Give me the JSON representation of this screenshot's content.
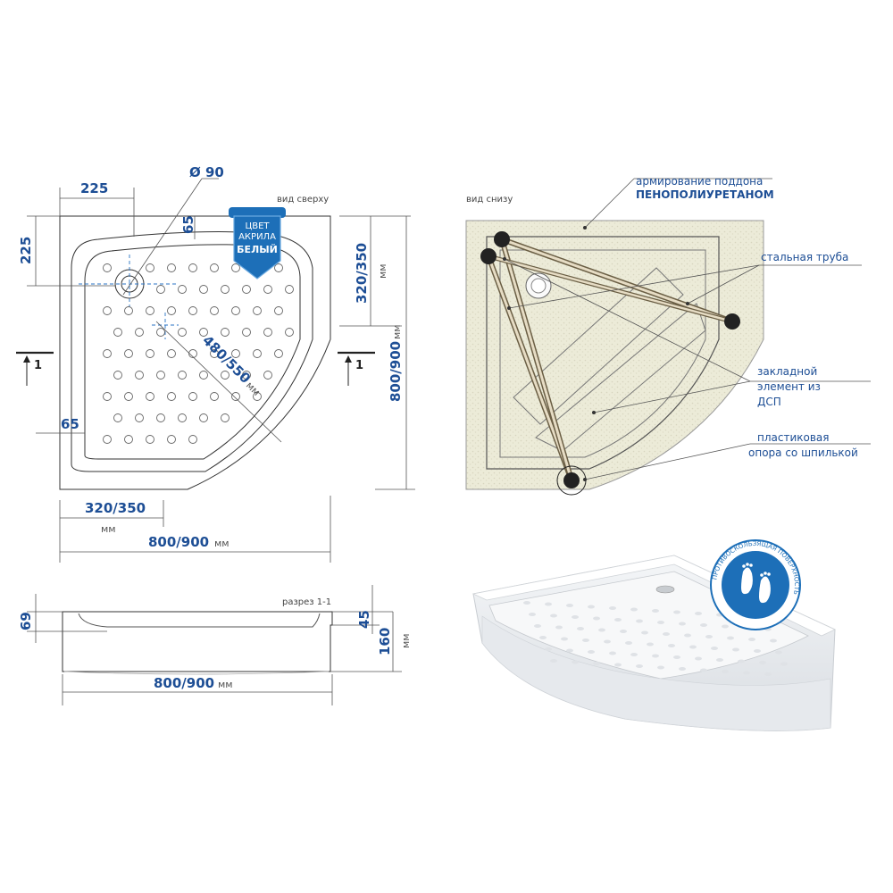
{
  "top_view": {
    "caption": "вид сверху",
    "dim_225_top": "225",
    "dim_225_left": "225",
    "dim_diam": "Ø 90",
    "dim_65_top": "65",
    "dim_65_left": "65",
    "dim_320_350_right": "320/350",
    "dim_320_350_right_unit": "мм",
    "dim_800_900_right": "800/900",
    "dim_800_900_right_unit": "мм",
    "dim_480_550": "480/550",
    "dim_480_550_unit": "мм",
    "dim_320_350_bottom": "320/350",
    "dim_320_350_bottom_unit": "мм",
    "dim_800_900_bottom": "800/900",
    "dim_800_900_bottom_unit": "мм",
    "section_mark_left": "1",
    "section_mark_right": "1"
  },
  "color_badge": {
    "line1": "ЦВЕТ",
    "line2": "АКРИЛА",
    "line3": "БЕЛЫЙ",
    "color": "#1d6fb8"
  },
  "bottom_view": {
    "caption": "вид снизу",
    "label_reinforcement_1": "армирование поддона",
    "label_reinforcement_2": "ПЕНОПОЛИУРЕТАНОМ",
    "label_steel_pipe": "стальная труба",
    "label_insert_1": "закладной",
    "label_insert_2": "элемент из",
    "label_insert_3": "ДСП",
    "label_support_1": "пластиковая",
    "label_support_2": "опора со шпилькой"
  },
  "section": {
    "caption": "разрез 1-1",
    "dim_69": "69",
    "dim_45": "45",
    "dim_160": "160",
    "dim_160_unit": "мм",
    "dim_800_900": "800/900",
    "dim_800_900_unit": "мм"
  },
  "antislip_badge": {
    "ring_text": "ПРОТИВОСКОЛЬЗЯЩАЯ ПОВЕРХНОСТЬ",
    "color": "#1d6fb8"
  }
}
